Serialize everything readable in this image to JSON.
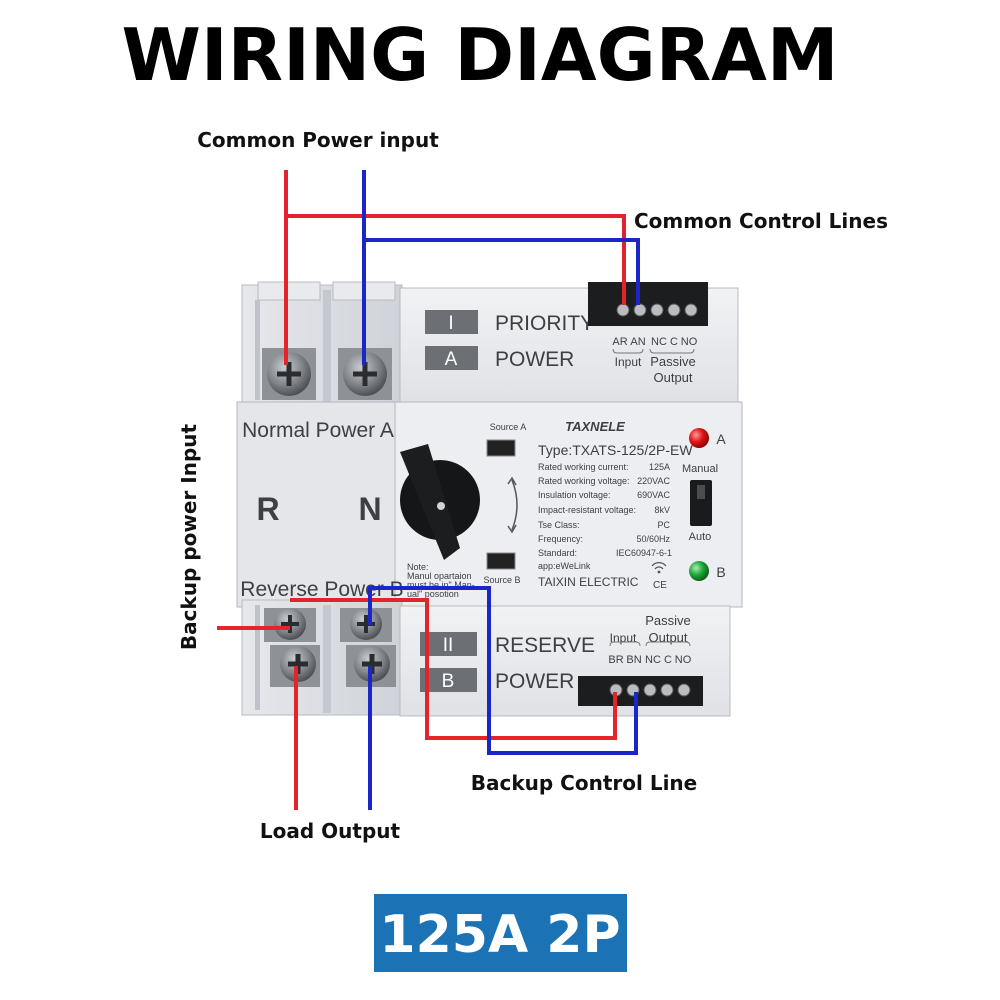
{
  "title": "WIRING DIAGRAM",
  "labels": {
    "common_power_input": "Common Power input",
    "common_control_lines": "Common Control Lines",
    "backup_power_input": "Backup power Input",
    "backup_control_line": "Backup Control Line",
    "load_output": "Load Output"
  },
  "badge": {
    "text": "125A 2P",
    "color": "#1b72b5"
  },
  "wire_colors": {
    "red": "#e3242b",
    "blue": "#1b26c8"
  },
  "device": {
    "top_panel": {
      "roman": "I",
      "letter": "A",
      "line1": "PRIORITY",
      "line2": "POWER",
      "terminals": [
        "AR",
        "AN",
        "NC",
        "C",
        "NO"
      ],
      "sub_input": "Input",
      "sub_passive": "Passive",
      "sub_output": "Output"
    },
    "bottom_panel": {
      "roman": "II",
      "letter": "B",
      "line1": "RESERVE",
      "line2": "POWER",
      "terminals": [
        "BR",
        "BN",
        "NC",
        "C",
        "NO"
      ],
      "head_input": "Input",
      "head_passive": "Passive",
      "head_output": "Output"
    },
    "normal_power": "Normal Power A",
    "reverse_power": "Reverse Power B",
    "r": "R",
    "n": "N",
    "source_a": "Source A",
    "source_b": "Source B",
    "note_lines": [
      "Note:",
      "Manul opartaion",
      "must be in\" Man-",
      "ual\"  posotion"
    ],
    "brand": "TAXNELE",
    "type": "Type:TXATS-125/2P-EW",
    "specs": [
      {
        "k": "Rated working current:",
        "v": "125A"
      },
      {
        "k": "Rated working voltage:",
        "v": "220VAC"
      },
      {
        "k": "Insulation voltage:",
        "v": "690VAC"
      },
      {
        "k": "Impact-resistant voltage:",
        "v": "8kV"
      },
      {
        "k": "Tse Class:",
        "v": "PC"
      },
      {
        "k": "Frequency:",
        "v": "50/60Hz"
      },
      {
        "k": "Standard:",
        "v": "IEC60947-6-1"
      }
    ],
    "app": "app:eWeLink",
    "ce": "CE",
    "maker": "TAIXIN ELECTRIC",
    "led_a": {
      "label": "A",
      "color": "#e01515"
    },
    "led_b": {
      "label": "B",
      "color": "#1fa83a"
    },
    "manual": "Manual",
    "auto": "Auto"
  }
}
